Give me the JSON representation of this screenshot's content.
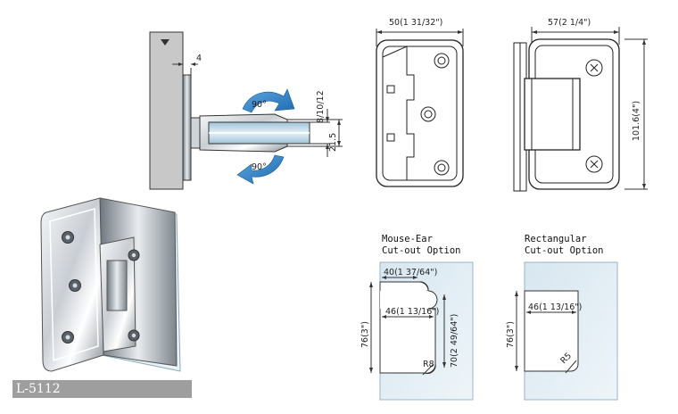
{
  "side_view": {
    "gap_label": "4",
    "thickness_label": "8/10/12",
    "height_label": "21.5",
    "rotate_up_label": "90°",
    "rotate_down_label": "90°"
  },
  "front_view": {
    "width_label": "50(1 31/32\")"
  },
  "back_view": {
    "width_label": "57(2 1/4\")",
    "height_label": "101.6(4\")"
  },
  "mouse_ear": {
    "title_line1": "Mouse-Ear",
    "title_line2": "Cut-out Option",
    "depth_top_label": "40(1 37/64\")",
    "depth_mid_label": "46(1 13/16\")",
    "cutout_height_label": "70(2 49/64\")",
    "total_height_label": "76(3\")",
    "radius_label": "R8"
  },
  "rectangular": {
    "title_line1": "Rectangular",
    "title_line2": "Cut-out Option",
    "depth_label": "46(1 13/16\")",
    "total_height_label": "76(3\")",
    "radius_label": "R5"
  },
  "model_label": "L-5112"
}
